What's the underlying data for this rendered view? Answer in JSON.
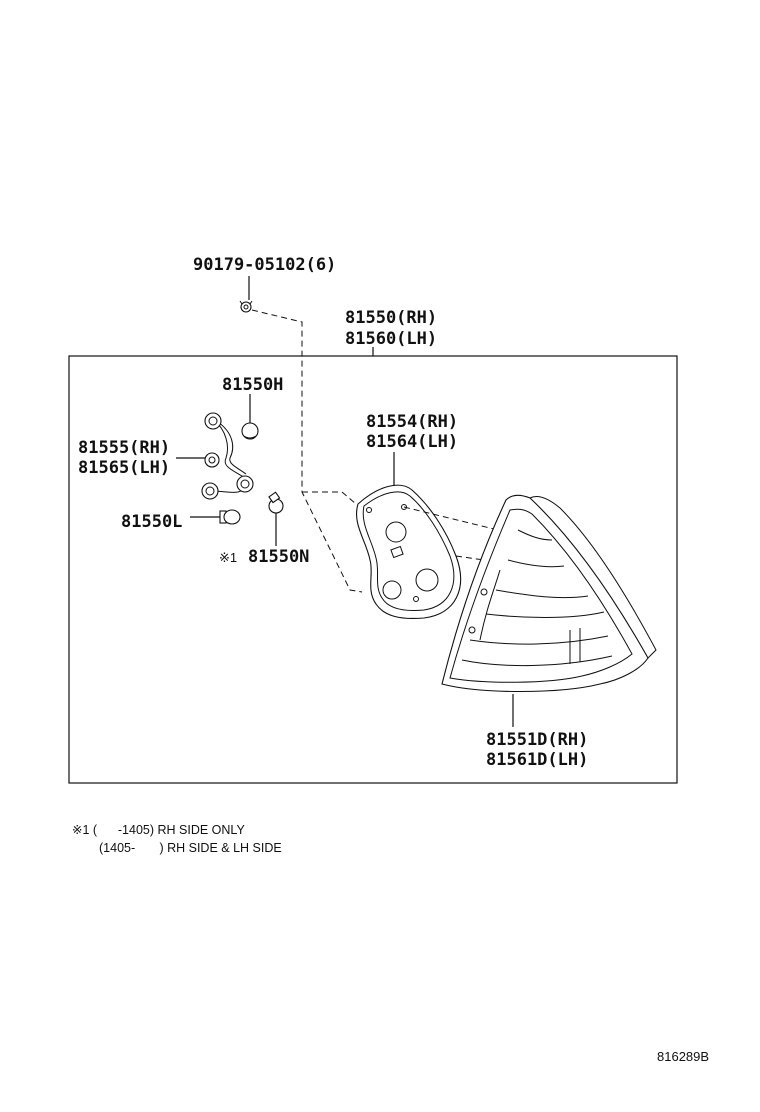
{
  "labels": {
    "bolt": "90179-05102(6)",
    "assy_rh": "81550(RH)",
    "assy_lh": "81560(LH)",
    "bulb_h": "81550H",
    "socket_rh": "81555(RH)",
    "socket_lh": "81565(LH)",
    "bulb_l": "81550L",
    "bulb_n_mark": "※1",
    "bulb_n": "81550N",
    "gasket_rh": "81554(RH)",
    "gasket_lh": "81564(LH)",
    "lens_rh": "81551D(RH)",
    "lens_lh": "81561D(LH)"
  },
  "notes": {
    "line1": "※1 (      -1405) RH SIDE ONLY",
    "line2": "(1405-       ) RH SIDE & LH SIDE"
  },
  "figure_ref": "816289B"
}
